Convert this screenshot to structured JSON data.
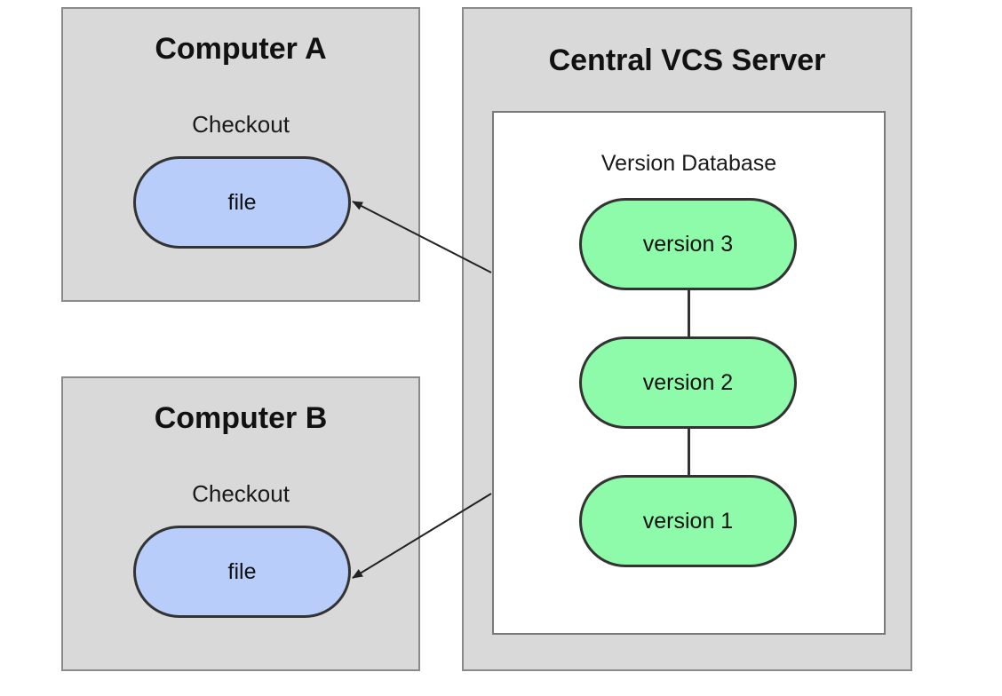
{
  "computer_a": {
    "title": "Computer A",
    "checkout_label": "Checkout",
    "file_label": "file"
  },
  "computer_b": {
    "title": "Computer B",
    "checkout_label": "Checkout",
    "file_label": "file"
  },
  "server": {
    "title": "Central VCS Server",
    "database_label": "Version Database",
    "versions": [
      "version 3",
      "version 2",
      "version 1"
    ]
  },
  "colors": {
    "panel_fill": "#d9d9d9",
    "file_fill": "#b9cdfb",
    "version_fill": "#8dfba9"
  }
}
